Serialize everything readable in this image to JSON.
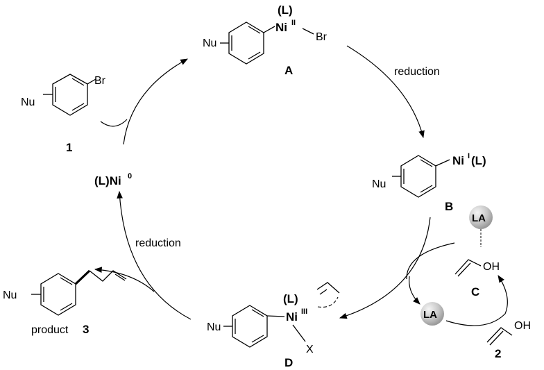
{
  "labels": {
    "nu": "Nu",
    "br": "Br",
    "ni": "Ni",
    "ligand": "(L)",
    "ox_II": "II",
    "ox_I": "I",
    "ox_III": "III",
    "ox_0": "0",
    "l_ni": "(L)Ni",
    "ni_l_suffix": "(L)",
    "x": "X",
    "oh": "OH",
    "la": "LA",
    "reduction_top": "reduction",
    "reduction_left": "reduction",
    "product_prefix": "product ",
    "product_num": "3"
  },
  "compounds": {
    "c1": "1",
    "cA": "A",
    "cB": "B",
    "cC": "C",
    "cD": "D",
    "c2": "2"
  },
  "colors": {
    "ink": "#000000",
    "sphere_light": "#f4f4f4",
    "sphere_dark": "#9a9a9a"
  }
}
